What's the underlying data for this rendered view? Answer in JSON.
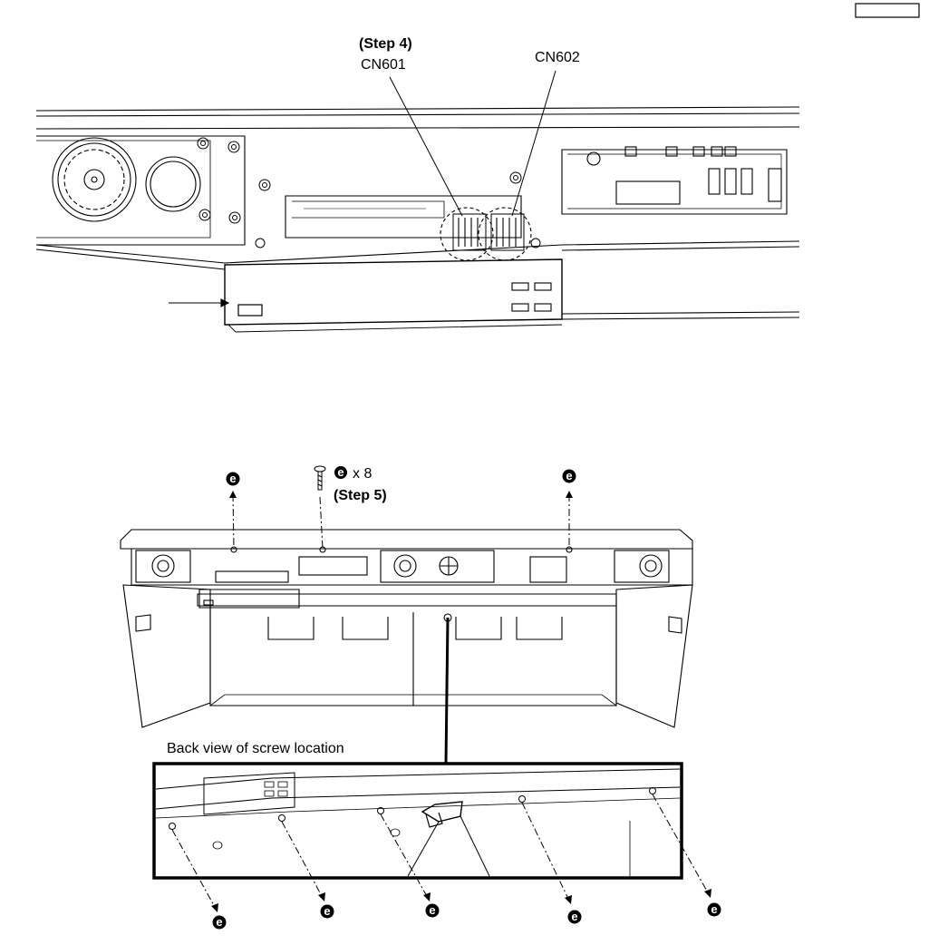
{
  "top_view": {
    "step_label": "(Step 4)",
    "connector_1": "CN601",
    "connector_2": "CN602"
  },
  "screw_callout": {
    "marker": "e",
    "quantity": "x 8",
    "step_label": "(Step 5)"
  },
  "back_view": {
    "caption": "Back view of screw location"
  },
  "markers": {
    "letter": "e"
  }
}
